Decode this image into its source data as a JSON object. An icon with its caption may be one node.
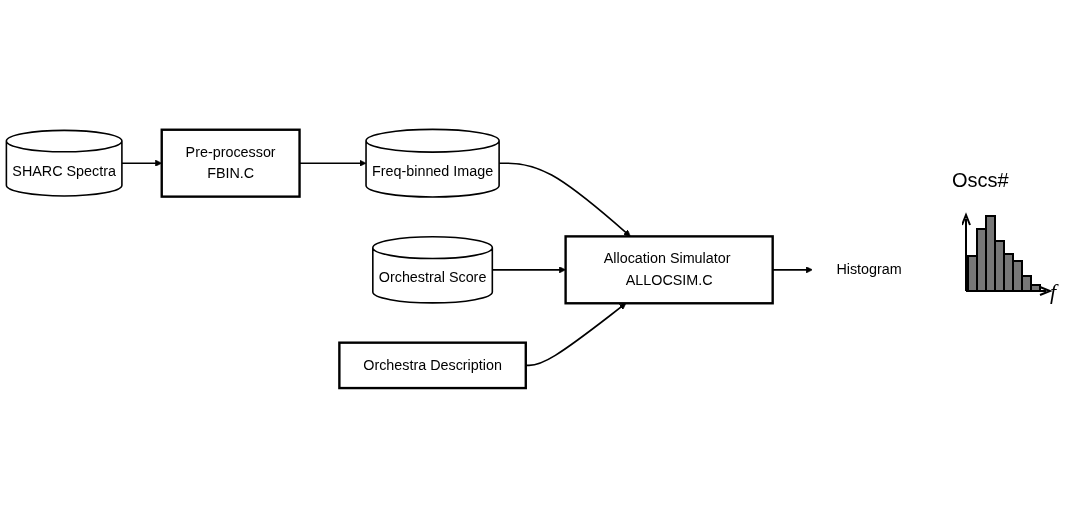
{
  "diagram": {
    "nodes": [
      {
        "text": [
          "SHARC Spectra"
        ]
      },
      {
        "text": [
          "Pre-processor",
          "FBIN.C"
        ]
      },
      {
        "text": [
          "Freq-binned Image"
        ]
      },
      {
        "text": [
          "Orchestral Score"
        ]
      },
      {
        "text": [
          "Allocation Simulator ALLOCSIM.C"
        ]
      },
      {
        "text": [
          "Orchestra Description"
        ]
      },
      {
        "text": [
          "Histogram"
        ]
      }
    ],
    "edges": [
      {
        "from": 0,
        "to": 1,
        "arrow": "to"
      },
      {
        "from": 1,
        "to": 2,
        "arrow": "to"
      },
      {
        "from": 2,
        "to": 4,
        "arrow": "to"
      },
      {
        "from": 3,
        "to": 4,
        "arrow": "to"
      },
      {
        "from": 5,
        "to": 4,
        "arrow": "to"
      },
      {
        "from": 4,
        "to": 6,
        "arrow": "to"
      }
    ],
    "labels": [
      "Oscs#",
      "f"
    ]
  }
}
